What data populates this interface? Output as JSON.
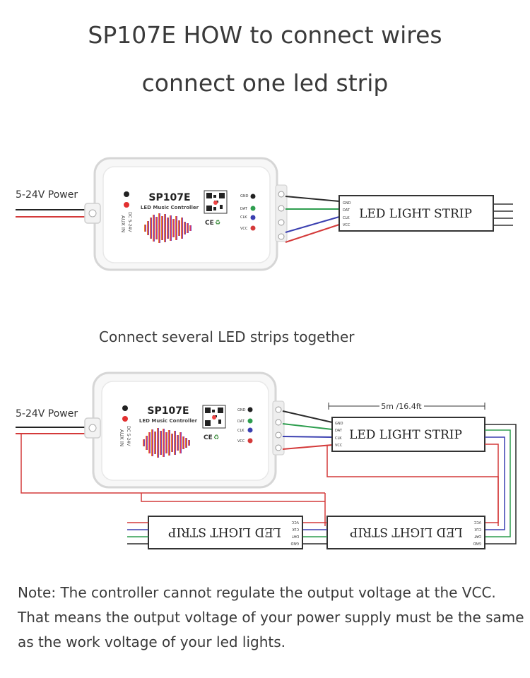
{
  "title_line1": "SP107E HOW to connect wires",
  "title_line2": "connect one led strip",
  "section2_title": "Connect several LED strips together",
  "power_label": "5-24V Power",
  "controller": {
    "name": "SP107E",
    "subtitle": "LED Music Controller",
    "aux_label": "AUX IN",
    "dc_label": "DC 5-24V",
    "pins": [
      "GND",
      "DAT",
      "CLK",
      "VCC"
    ]
  },
  "strip_label": "LED LIGHT STRIP",
  "strip_pins": [
    "GND",
    "DAT",
    "CLK",
    "VCC"
  ],
  "length_label": "5m /16.4ft",
  "note_lines": [
    "Note:  The controller cannot regulate the output voltage at the VCC.",
    "That means the output voltage of your power supply must be the same",
    "as the work voltage of your led lights."
  ],
  "colors": {
    "gnd": "#2b2b2b",
    "dat": "#2e9e4f",
    "clk": "#3a3fb0",
    "vcc": "#d43a3a",
    "power": "#d43a3a"
  }
}
